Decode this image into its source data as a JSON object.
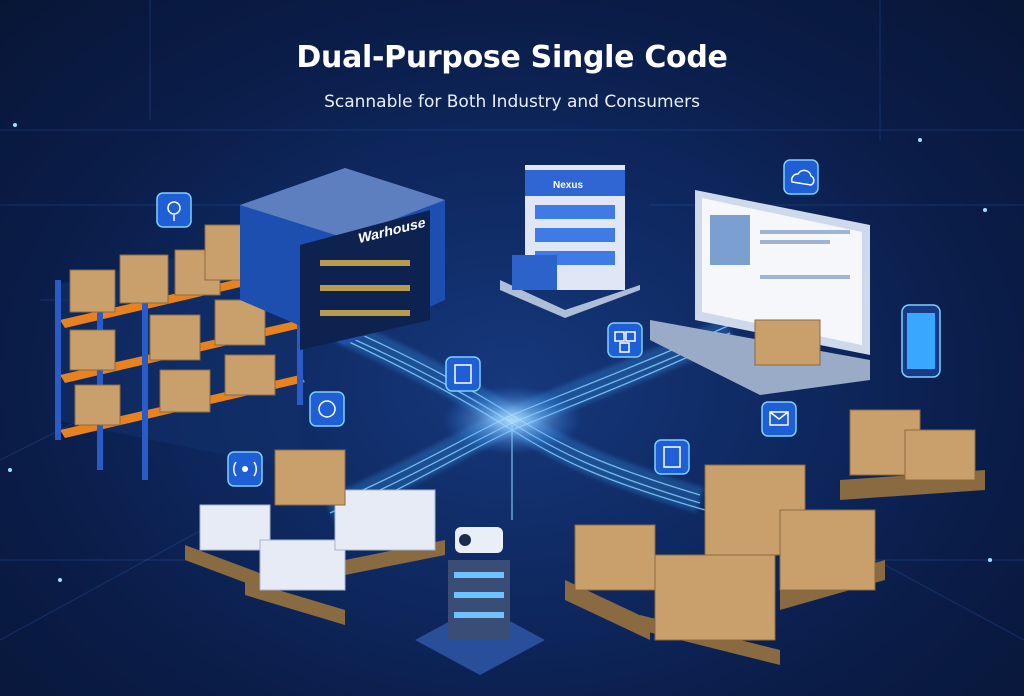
{
  "header": {
    "title": "Dual-Purpose Single Code",
    "subtitle": "Scannable for Both Industry and Consumers"
  },
  "scene": {
    "warehouse_sign": "Warhouse",
    "store_sign": "Nexus"
  },
  "icons": [
    "lightbulb-icon",
    "cloud-icon",
    "refresh-icon",
    "clipboard-icon",
    "boxes-icon",
    "wireless-icon",
    "document-icon",
    "mail-icon",
    "smartphone-icon"
  ],
  "colors": {
    "background": "#0b1d4a",
    "flow": "#4fb8ff",
    "shelf": "#e8821e",
    "box": "#c9a06c"
  }
}
